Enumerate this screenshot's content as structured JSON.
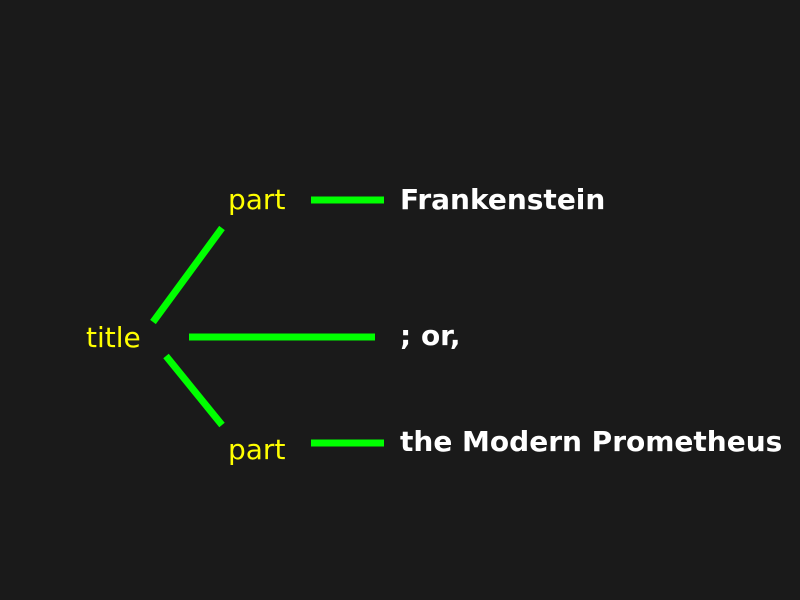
{
  "colors": {
    "background": "#1a1a1a",
    "edge": "#00ff00",
    "node_text": "#ffff00",
    "leaf_text": "#ffffff"
  },
  "tree": {
    "root": "title",
    "branches": [
      {
        "node": "part",
        "leaf": "Frankenstein"
      },
      {
        "node": null,
        "leaf": "; or,"
      },
      {
        "node": "part",
        "leaf": "the Modern Prometheus"
      }
    ]
  }
}
